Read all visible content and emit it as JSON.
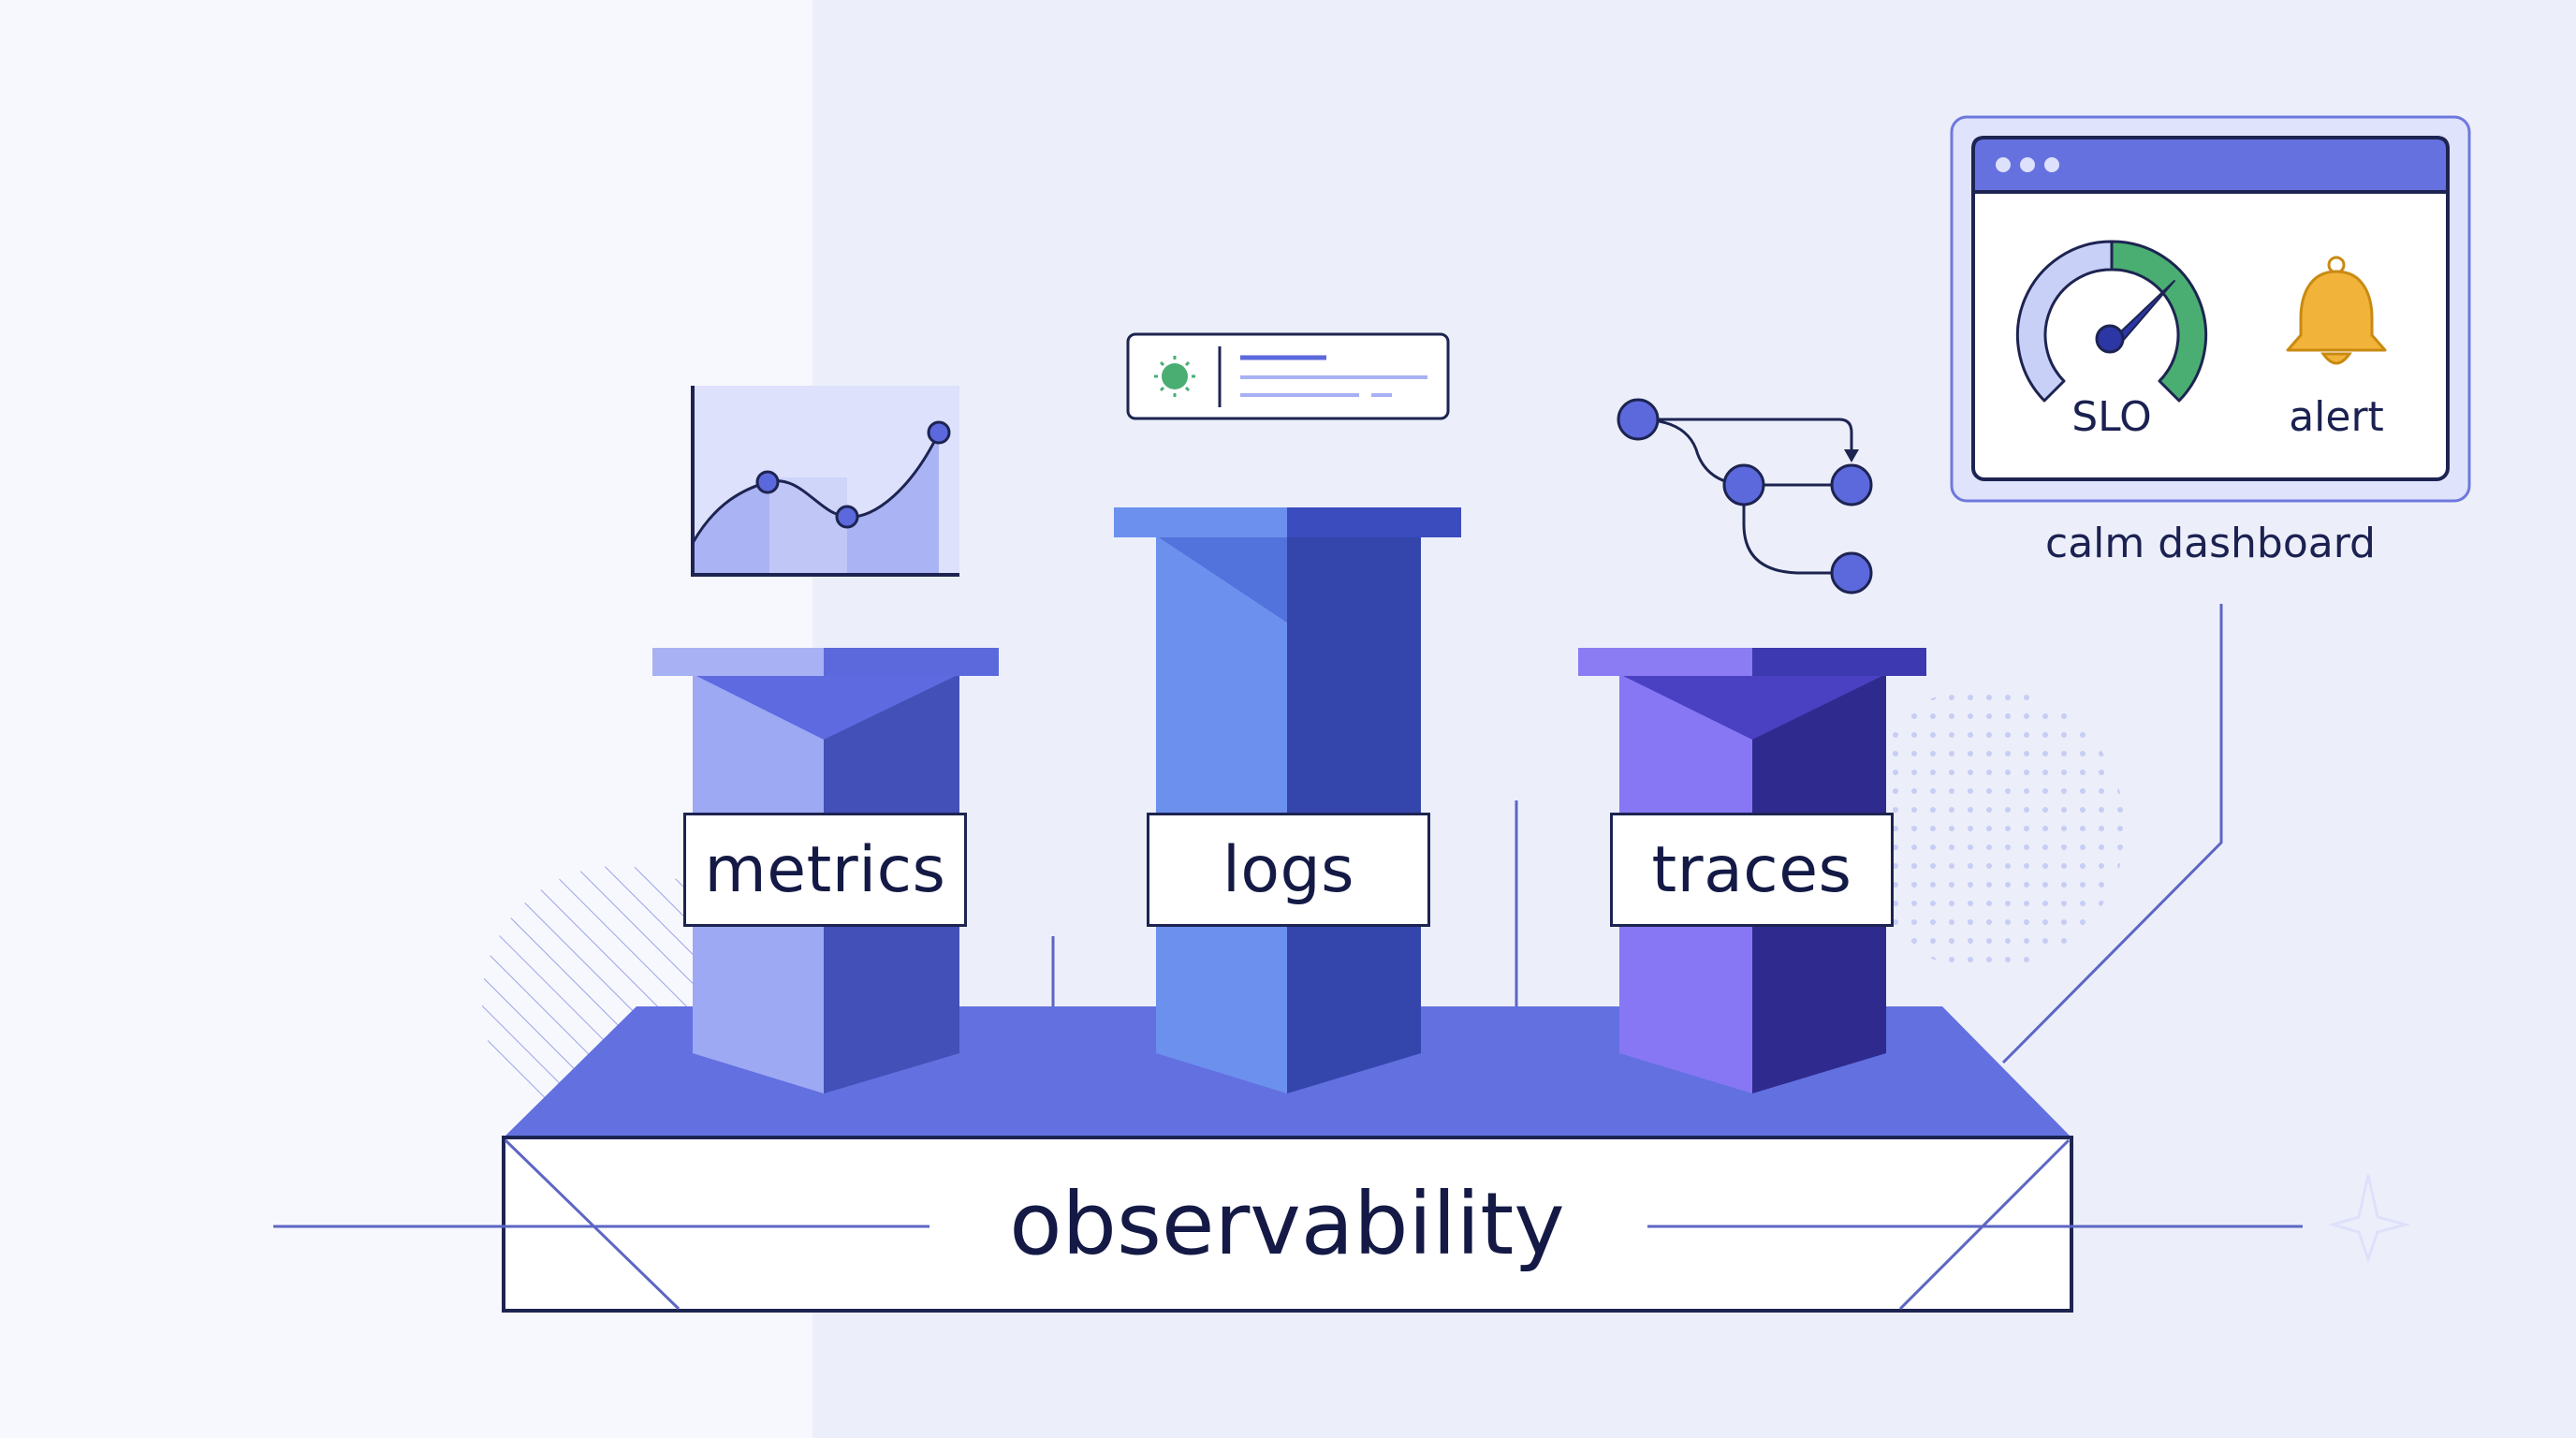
{
  "base": {
    "label": "observability"
  },
  "pillars": [
    {
      "id": "metrics",
      "label": "metrics"
    },
    {
      "id": "logs",
      "label": "logs"
    },
    {
      "id": "traces",
      "label": "traces"
    }
  ],
  "dashboard": {
    "caption": "calm dashboard",
    "gauge_label": "SLO",
    "alert_label": "alert",
    "window_dots": 3
  },
  "colors": {
    "background_left": "#f7f8fd",
    "background_right": "#eceffa",
    "platform_top": "#6270e0",
    "outline": "#1d2451",
    "metrics_light": "#9ea9f3",
    "metrics_dark": "#4350b8",
    "logs_light": "#6c90ee",
    "logs_dark": "#3446ac",
    "traces_light": "#8777f5",
    "traces_dark": "#2f2a8e",
    "gauge_ok": "#4aae72",
    "bell": "#f2b33a",
    "window_bar": "#6671e0"
  },
  "icons": [
    "line-chart-icon",
    "log-entry-icon",
    "trace-graph-icon",
    "gauge-icon",
    "bell-icon"
  ]
}
